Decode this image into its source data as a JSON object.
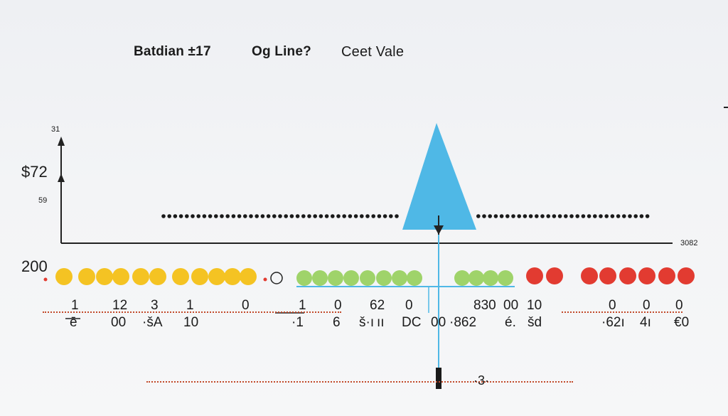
{
  "header": {
    "left_title": "Batdian ±17",
    "center_title": "Og Line?",
    "right_title": "Ceet Vale"
  },
  "y_axis": {
    "top_tick": "31",
    "value_label": "$72",
    "lower_tick": "59",
    "base_label": "200"
  },
  "x_axis": {
    "end_label": "3082"
  },
  "row_labels": {
    "top": [
      "1",
      "12",
      "3",
      "1",
      "0",
      "1",
      "0",
      "62",
      "0",
      "830",
      "00",
      "10",
      "0",
      "0",
      "0"
    ],
    "bottom": [
      "ē",
      "00",
      "·šA",
      "10",
      "·1",
      "6",
      "š·ı",
      "ıı",
      "DC",
      "00",
      "·862",
      "é.",
      "šd",
      "·62ı",
      "4ı",
      "€0"
    ],
    "bottom_marker": "·3·"
  },
  "colors": {
    "yellow": "#f4c323",
    "green": "#9fd36a",
    "red": "#e23b31",
    "blue": "#4fb8e6",
    "axis": "#222222",
    "dots": "#1a1a1a",
    "orange_dots": "#d0512d"
  }
}
